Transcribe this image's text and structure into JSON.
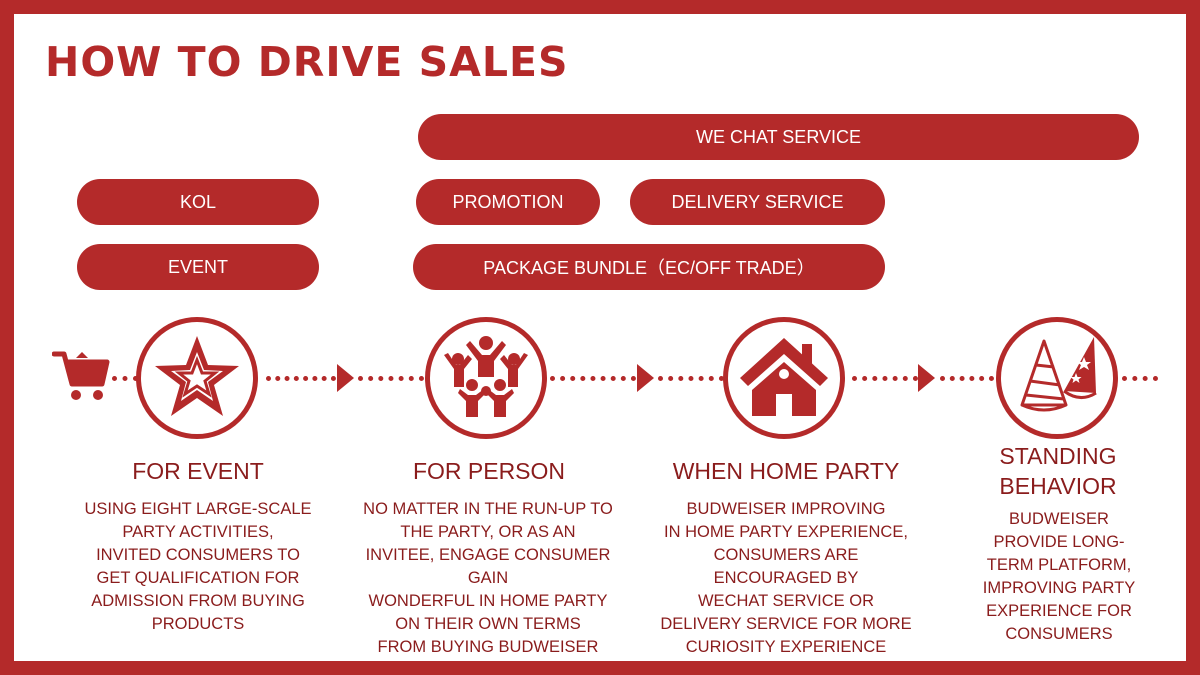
{
  "title": "HOW TO DRIVE SALES",
  "pills": {
    "wechat": "WE CHAT SERVICE",
    "kol": "KOL",
    "promotion": "PROMOTION",
    "delivery": "DELIVERY SERVICE",
    "event": "EVENT",
    "package": "PACKAGE BUNDLE（EC/OFF TRADE）"
  },
  "icons": {
    "start": "shopping-cart-icon",
    "stage1": "star-icon",
    "stage2": "people-celebrating-icon",
    "stage3": "house-icon",
    "stage4": "party-hats-icon"
  },
  "stages": [
    {
      "title": "FOR EVENT",
      "desc": "USING EIGHT LARGE-SCALE\nPARTY ACTIVITIES,\nINVITED CONSUMERS TO\nGET QUALIFICATION FOR\nADMISSION FROM BUYING\nPRODUCTS"
    },
    {
      "title": "FOR PERSON",
      "desc": "NO MATTER IN THE RUN-UP TO\nTHE PARTY, OR AS AN\nINVITEE, ENGAGE CONSUMER\nGAIN\nWONDERFUL IN HOME PARTY\nON THEIR OWN TERMS\nFROM BUYING BUDWEISER"
    },
    {
      "title": "WHEN HOME PARTY",
      "desc": "BUDWEISER IMPROVING\nIN HOME PARTY EXPERIENCE,\nCONSUMERS ARE\nENCOURAGED BY\nWECHAT SERVICE OR\nDELIVERY SERVICE FOR MORE\nCURIOSITY EXPERIENCE"
    },
    {
      "title": "STANDING\nBEHAVIOR",
      "desc": "BUDWEISER\nPROVIDE LONG-\nTERM PLATFORM,\nIMPROVING PARTY\nEXPERIENCE FOR\nCONSUMERS"
    }
  ],
  "colors": {
    "accent": "#b42a2a",
    "text": "#8a1c1c",
    "background": "#ffffff"
  }
}
